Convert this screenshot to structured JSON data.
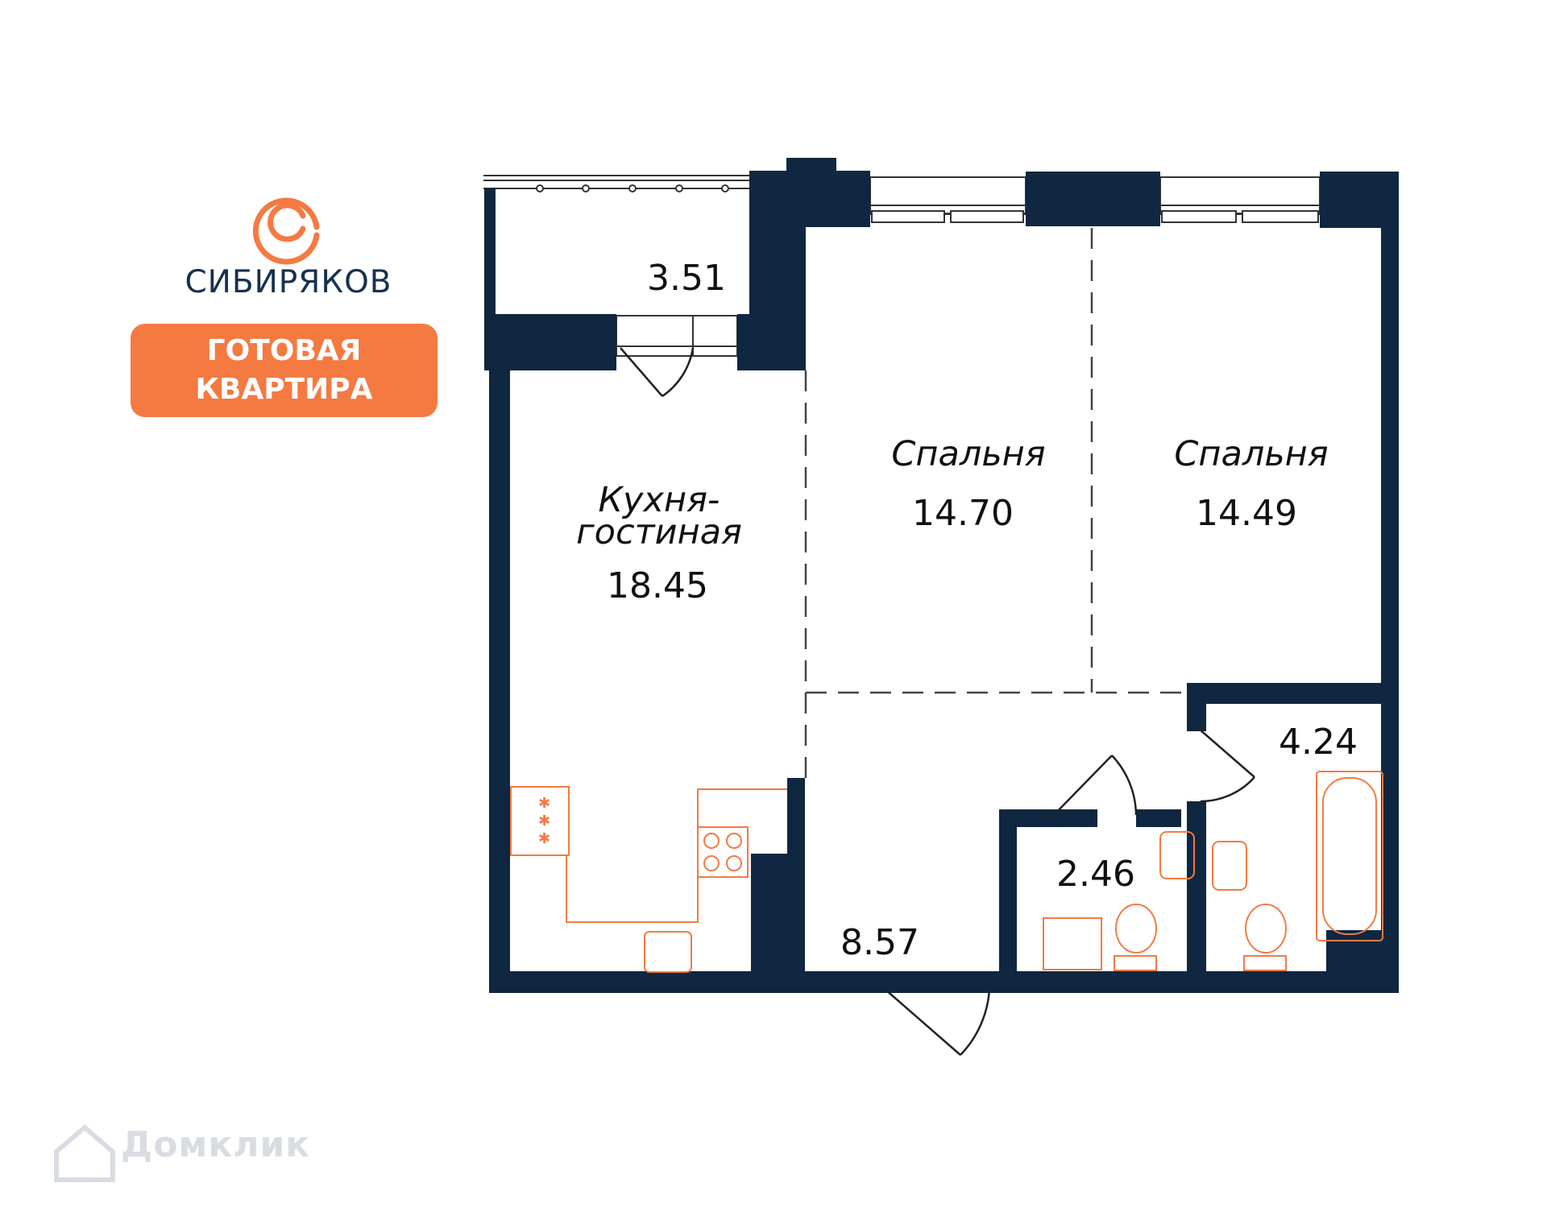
{
  "brand": {
    "name": "СИБИРЯКОВ",
    "logo_icon": "c-arc-logo",
    "accent": "#f47a42",
    "wall_color": "#0f2740"
  },
  "badge": {
    "line1": "ГОТОВАЯ",
    "line2": "КВАРТИРА"
  },
  "rooms": {
    "balcony": {
      "area": "3.51"
    },
    "kitchen": {
      "label_line1": "Кухня-",
      "label_line2": "гостиная",
      "area": "18.45"
    },
    "bedroom1": {
      "label": "Спальня",
      "area": "14.70"
    },
    "bedroom2": {
      "label": "Спальня",
      "area": "14.49"
    },
    "hall": {
      "area": "8.57"
    },
    "wc": {
      "area": "2.46"
    },
    "bathroom": {
      "area": "4.24"
    }
  },
  "watermark": {
    "text": "Домклик",
    "icon": "house-icon"
  }
}
